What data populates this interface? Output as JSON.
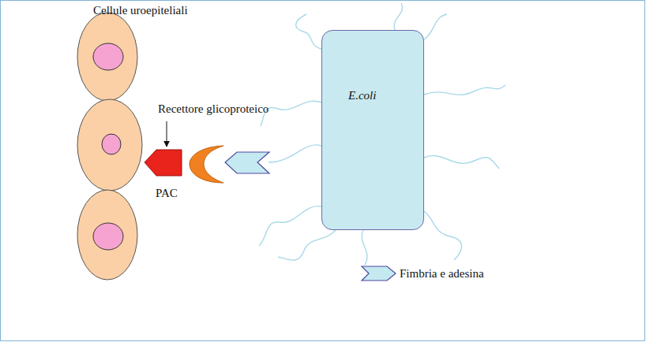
{
  "diagram": {
    "nodes": [
      {
        "text": [
          "E.coli"
        ]
      }
    ],
    "labels": [
      "Cellule uroepiteliali",
      "Recettore glicoproteico",
      "PAC",
      "Fimbria e adesina"
    ]
  }
}
